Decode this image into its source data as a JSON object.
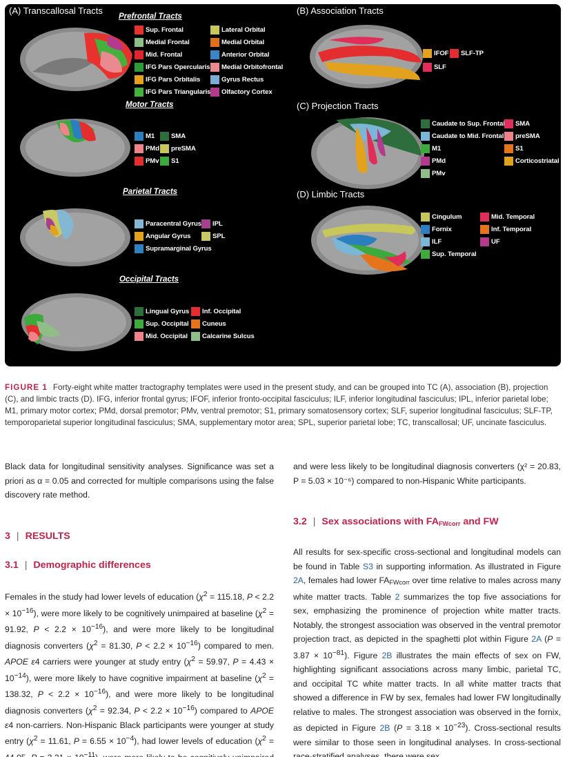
{
  "figure": {
    "panels": {
      "A": "(A) Transcallosal Tracts",
      "B": "(B) Association Tracts",
      "C": "(C) Projection Tracts",
      "D": "(D) Limbic Tracts"
    },
    "subtitles": {
      "prefrontal": "Prefrontal Tracts",
      "motor": "Motor Tracts",
      "parietal": "Parietal Tracts",
      "occipital": "Occipital Tracts"
    },
    "prefrontal_legend": [
      {
        "label": "Sup. Frontal",
        "color": "#e8322e"
      },
      {
        "label": "Lateral Orbital",
        "color": "#c8c85a"
      },
      {
        "label": "Medial Frontal",
        "color": "#8fbf86"
      },
      {
        "label": "Medial Orbital",
        "color": "#e0701c"
      },
      {
        "label": "Mid. Frontal",
        "color": "#e0232d"
      },
      {
        "label": "Anterior Orbital",
        "color": "#3a86c8"
      },
      {
        "label": "IFG Pars Opercularis",
        "color": "#2f9a3a"
      },
      {
        "label": "Medial Orbitofrontal",
        "color": "#e98a90"
      },
      {
        "label": "IFG Pars Orbitalis",
        "color": "#e6a21f"
      },
      {
        "label": "Gyrus Rectus",
        "color": "#7aaed6"
      },
      {
        "label": "IFG Pars Triangularis",
        "color": "#45b03c"
      },
      {
        "label": "Olfactory Cortex",
        "color": "#b43a8e"
      }
    ],
    "motor_legend": [
      {
        "label": "M1",
        "color": "#2b7fbf"
      },
      {
        "label": "SMA",
        "color": "#2e6e3c"
      },
      {
        "label": "PMd",
        "color": "#f0838a"
      },
      {
        "label": "preSMA",
        "color": "#c7c75c"
      },
      {
        "label": "PMv",
        "color": "#e32d2f"
      },
      {
        "label": "S1",
        "color": "#3daa3d"
      }
    ],
    "parietal_legend": [
      {
        "label": "Paracentral Gyrus",
        "color": "#84b8d2"
      },
      {
        "label": "IPL",
        "color": "#a5418f"
      },
      {
        "label": "Angular Gyrus",
        "color": "#e2a21e"
      },
      {
        "label": "SPL",
        "color": "#c8c864"
      },
      {
        "label": "Supramarginal Gyrus",
        "color": "#2f82c2"
      }
    ],
    "occipital_legend": [
      {
        "label": "Lingual Gyrus",
        "color": "#2e6e3c"
      },
      {
        "label": "Inf. Occipital",
        "color": "#e32d2f"
      },
      {
        "label": "Sup. Occipital",
        "color": "#3daa3d"
      },
      {
        "label": "Cuneus",
        "color": "#e5741c"
      },
      {
        "label": "Mid. Occipital",
        "color": "#f0838a"
      },
      {
        "label": "Calcarine Sulcus",
        "color": "#8fbf86"
      }
    ],
    "association_legend": [
      {
        "label": "IFOF",
        "color": "#e2a21e"
      },
      {
        "label": "SLF-TP",
        "color": "#e32d2f"
      },
      {
        "label": "SLF",
        "color": "#e02d5a"
      }
    ],
    "projection_legend": [
      {
        "label": "Caudate to Sup. Frontal",
        "color": "#2e6e3c"
      },
      {
        "label": "SMA",
        "color": "#e02d5a"
      },
      {
        "label": "Caudate to Mid. Frontal",
        "color": "#7ab6d6"
      },
      {
        "label": "preSMA",
        "color": "#f0838a"
      },
      {
        "label": "M1",
        "color": "#3daa3d"
      },
      {
        "label": "S1",
        "color": "#e5741c"
      },
      {
        "label": "PMd",
        "color": "#b43a8e"
      },
      {
        "label": "Corticostriatal",
        "color": "#e2a21e"
      },
      {
        "label": "PMv",
        "color": "#8fbf86"
      }
    ],
    "limbic_legend": [
      {
        "label": "Cingulum",
        "color": "#c8c85a"
      },
      {
        "label": "Mid. Temporal",
        "color": "#e02d5a"
      },
      {
        "label": "Fornix",
        "color": "#2b7fbf"
      },
      {
        "label": "Inf. Temporal",
        "color": "#e5741c"
      },
      {
        "label": "ILF",
        "color": "#7ab6d6"
      },
      {
        "label": "UF",
        "color": "#b43a8e"
      },
      {
        "label": "Sup. Temporal",
        "color": "#3daa3d"
      }
    ]
  },
  "caption": {
    "head": "FIGURE 1",
    "text": "Forty-eight white matter tractography templates were used in the present study, and can be grouped into TC (A), association (B), projection (C), and limbic tracts (D). IFG, inferior frontal gyrus; IFOF, inferior fronto-occipital fasciculus; ILF, inferior longitudinal fasciculus; IPL, inferior parietal lobe; M1, primary motor cortex; PMd, dorsal premotor; PMv, ventral premotor; S1, primary somatosensory cortex; SLF, superior longitudinal fasciculus; SLF-TP, temporoparietal superior longitudinal fasciculus; SMA, supplementary motor area; SPL, superior parietal lobe; TC, transcallosal; UF, uncinate fasciculus."
  },
  "left_col": {
    "intro": "Black data for longitudinal sensitivity analyses. Significance was set a priori as α = 0.05 and corrected for multiple comparisons using the false discovery rate method.",
    "sec3_num": "3",
    "sec3_title": "RESULTS",
    "sec31_num": "3.1",
    "sec31_title": "Demographic differences"
  },
  "right_col": {
    "intro": "and were less likely to be longitudinal diagnosis converters (χ² = 20.83, P = 5.03 × 10⁻⁶) compared to non-Hispanic White participants.",
    "sec32_num": "3.2",
    "sec32_title_a": "Sex associations with FA",
    "sec32_sub": "FWcorr",
    "sec32_title_b": " and FW"
  }
}
